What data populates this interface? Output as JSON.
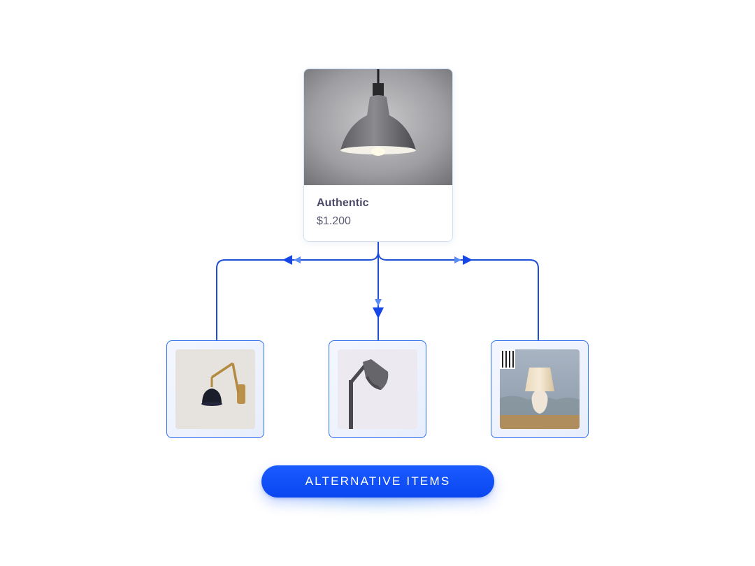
{
  "main_product": {
    "name": "Authentic",
    "price": "$1.200",
    "image_icon": "pendant-lamp-icon"
  },
  "alternatives": [
    {
      "image_icon": "wall-sconce-icon"
    },
    {
      "image_icon": "desk-lamp-icon"
    },
    {
      "image_icon": "table-lamp-icon"
    }
  ],
  "cta": {
    "label": "ALTERNATIVE ITEMS"
  },
  "colors": {
    "accent": "#0a46f0",
    "connector": "#1f4fd6",
    "card_border": "#2f6cf2"
  }
}
